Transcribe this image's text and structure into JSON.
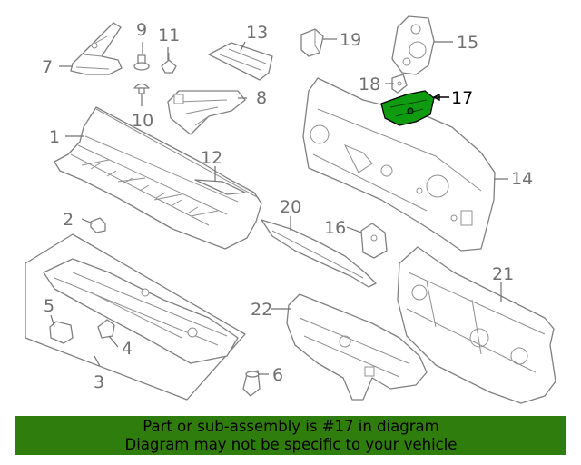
{
  "diagram": {
    "highlighted_part": "17",
    "highlight_color": "#0f9b0f",
    "callouts": {
      "c1": "1",
      "c2": "2",
      "c3": "3",
      "c4": "4",
      "c5": "5",
      "c6": "6",
      "c7": "7",
      "c8": "8",
      "c9": "9",
      "c10": "10",
      "c11": "11",
      "c12": "12",
      "c13": "13",
      "c14": "14",
      "c15": "15",
      "c16": "16",
      "c17": "17",
      "c18": "18",
      "c19": "19",
      "c20": "20",
      "c21": "21",
      "c22": "22"
    }
  },
  "banner": {
    "line1": "Part or sub-assembly is #17 in diagram",
    "line2": "Diagram may not be specific to your vehicle",
    "background": "#2f7d0c"
  }
}
